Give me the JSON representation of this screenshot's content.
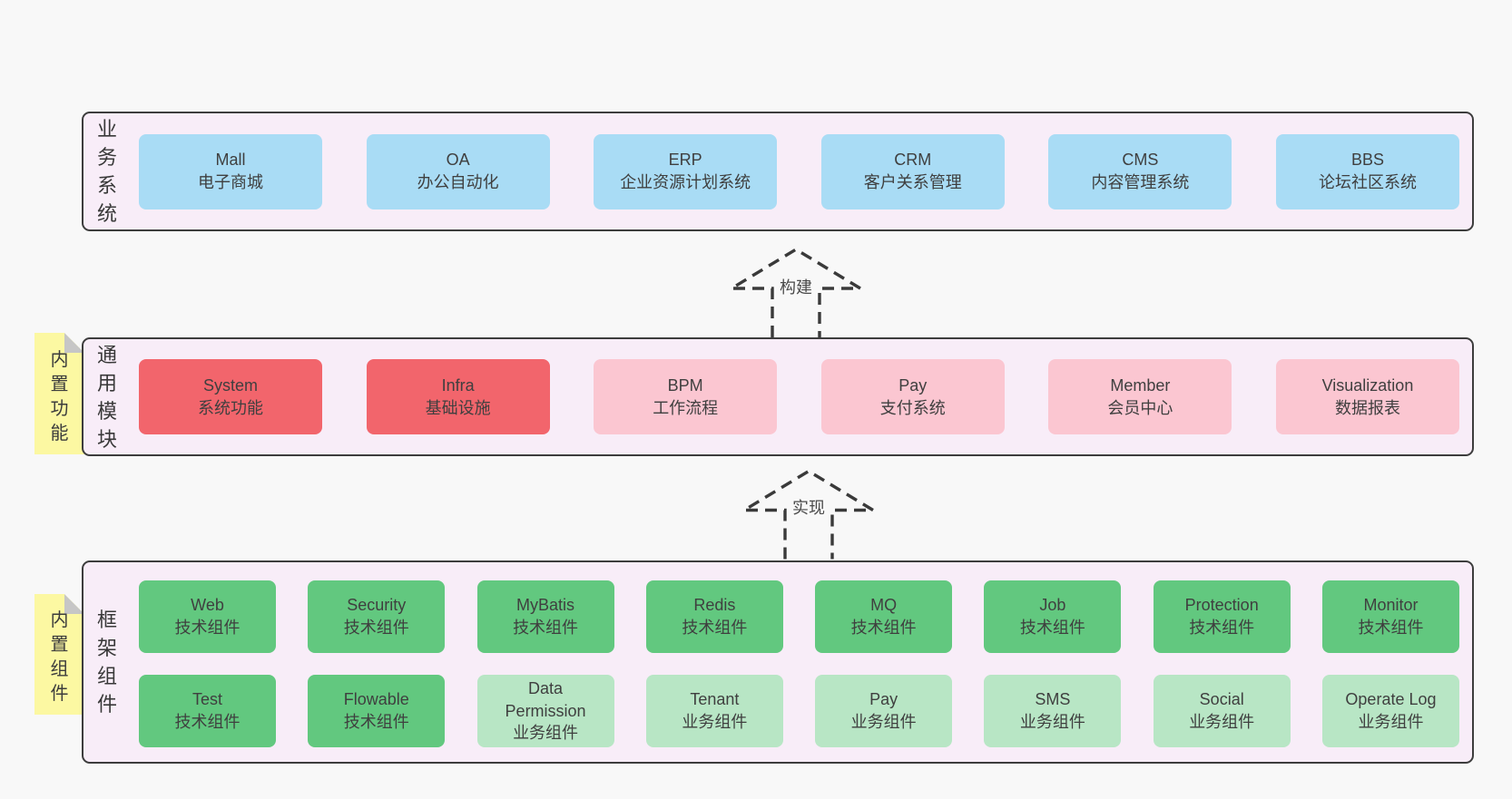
{
  "palette": {
    "page_bg": "#f8f8f8",
    "panel_bg": "#f8edf8",
    "panel_border": "#3d3d3d",
    "blue_box": "#a9dcf5",
    "red_box": "#f2656c",
    "pink_box": "#fbc6d1",
    "green_box": "#62c87f",
    "light_green_box": "#b8e6c5",
    "sticky_yellow": "#fcf8a2",
    "sticky_fold_gray": "#c6c6c6",
    "text": "#3c3c3c"
  },
  "arrows": [
    {
      "label": "构建"
    },
    {
      "label": "实现"
    }
  ],
  "layers": [
    {
      "label": "业务系统",
      "boxes": [
        {
          "title": "Mall",
          "subtitle": "电子商城"
        },
        {
          "title": "OA",
          "subtitle": "办公自动化"
        },
        {
          "title": "ERP",
          "subtitle": "企业资源计划系统"
        },
        {
          "title": "CRM",
          "subtitle": "客户关系管理"
        },
        {
          "title": "CMS",
          "subtitle": "内容管理系统"
        },
        {
          "title": "BBS",
          "subtitle": "论坛社区系统"
        }
      ]
    },
    {
      "label": "通用模块",
      "sticky": "内置功能",
      "boxes": [
        {
          "title": "System",
          "subtitle": "系统功能"
        },
        {
          "title": "Infra",
          "subtitle": "基础设施"
        },
        {
          "title": "BPM",
          "subtitle": "工作流程"
        },
        {
          "title": "Pay",
          "subtitle": "支付系统"
        },
        {
          "title": "Member",
          "subtitle": "会员中心"
        },
        {
          "title": "Visualization",
          "subtitle": "数据报表"
        }
      ]
    },
    {
      "label": "框架组件",
      "sticky": "内置组件",
      "rows": [
        [
          {
            "title": "Web",
            "subtitle": "技术组件"
          },
          {
            "title": "Security",
            "subtitle": "技术组件"
          },
          {
            "title": "MyBatis",
            "subtitle": "技术组件"
          },
          {
            "title": "Redis",
            "subtitle": "技术组件"
          },
          {
            "title": "MQ",
            "subtitle": "技术组件"
          },
          {
            "title": "Job",
            "subtitle": "技术组件"
          },
          {
            "title": "Protection",
            "subtitle": "技术组件"
          },
          {
            "title": "Monitor",
            "subtitle": "技术组件"
          }
        ],
        [
          {
            "title": "Test",
            "subtitle": "技术组件"
          },
          {
            "title": "Flowable",
            "subtitle": "技术组件"
          },
          {
            "title": "Data\nPermission",
            "subtitle": "业务组件"
          },
          {
            "title": "Tenant",
            "subtitle": "业务组件"
          },
          {
            "title": "Pay",
            "subtitle": "业务组件"
          },
          {
            "title": "SMS",
            "subtitle": "业务组件"
          },
          {
            "title": "Social",
            "subtitle": "业务组件"
          },
          {
            "title": "Operate Log",
            "subtitle": "业务组件"
          }
        ]
      ]
    }
  ]
}
